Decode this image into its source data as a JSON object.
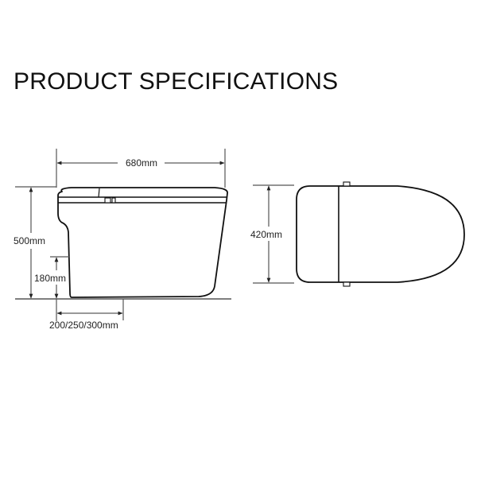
{
  "title": "PRODUCT SPECIFICATIONS",
  "side_view": {
    "width_label": "680mm",
    "height_label": "500mm",
    "seat_height_label": "180mm",
    "rough_in_label": "200/250/300mm"
  },
  "top_view": {
    "width_label": "420mm"
  },
  "colors": {
    "line": "#111111",
    "dimension": "#333333",
    "background": "#ffffff"
  }
}
